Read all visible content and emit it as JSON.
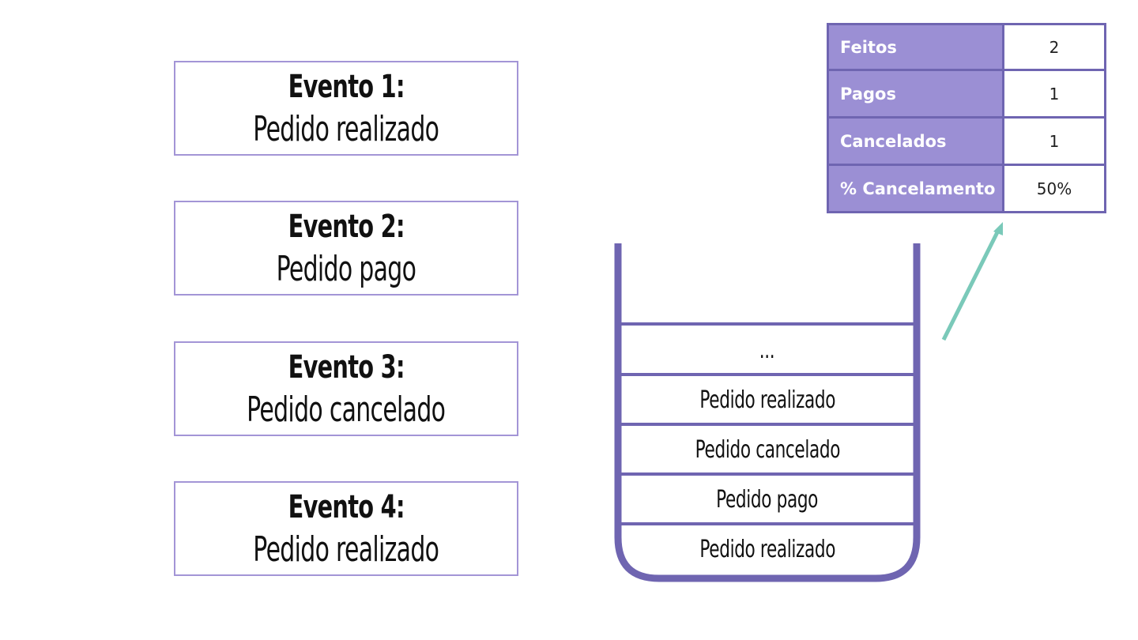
{
  "events": [
    {
      "title": "Evento 1:",
      "description": "Pedido realizado"
    },
    {
      "title": "Evento 2:",
      "description": "Pedido pago"
    },
    {
      "title": "Evento 3:",
      "description": "Pedido cancelado"
    },
    {
      "title": "Evento 4:",
      "description": "Pedido realizado"
    }
  ],
  "stack": {
    "items": [
      "...",
      "Pedido realizado",
      "Pedido cancelado",
      "Pedido pago",
      "Pedido realizado"
    ]
  },
  "metrics": {
    "rows": [
      {
        "label": "Feitos",
        "value": "2"
      },
      {
        "label": "Pagos",
        "value": "1"
      },
      {
        "label": "Cancelados",
        "value": "1"
      },
      {
        "label": "% Cancelamento",
        "value": "50%"
      }
    ]
  },
  "colors": {
    "box_border": "#a395d6",
    "container": "#6f65b1",
    "table_header": "#9b8fd4",
    "arrow": "#7ac9b9"
  }
}
